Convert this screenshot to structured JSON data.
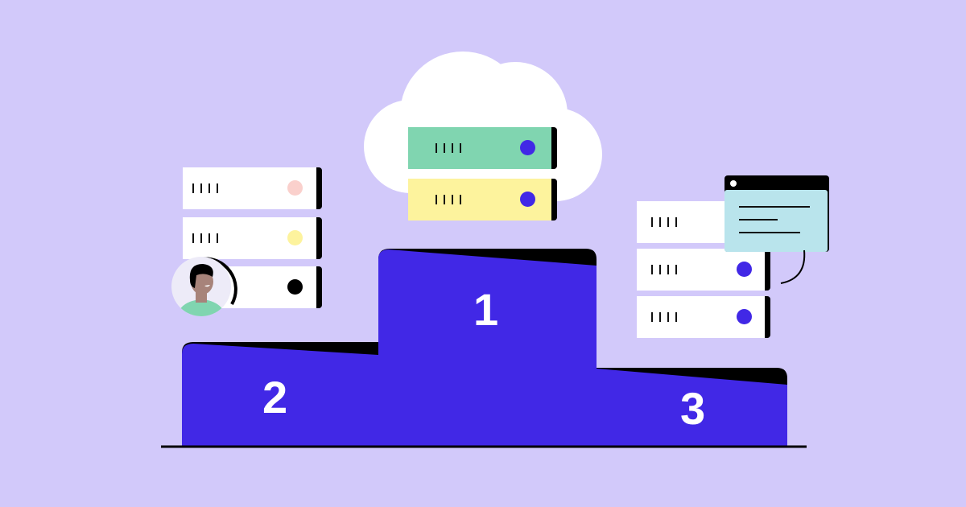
{
  "colors": {
    "background": "#D2C9FA",
    "podium": "#4128E6",
    "cloud": "#FFFFFF",
    "server_white": "#FFFFFF",
    "server_green": "#80D5B0",
    "server_yellow": "#FDF39D",
    "led_blue": "#4128E6",
    "led_pink": "#FAD0CC",
    "led_yellow": "#FDF39D",
    "led_black": "#000000",
    "dialog_body": "#B9E4EC",
    "avatar_bg": "#EDEBF8",
    "avatar_shirt": "#80D5B0",
    "avatar_skin": "#A7837A"
  },
  "podium": {
    "first_label": "1",
    "second_label": "2",
    "third_label": "3"
  },
  "cloud_servers": [
    {
      "color": "green",
      "led": "blue"
    },
    {
      "color": "yellow",
      "led": "blue"
    }
  ],
  "left_servers": [
    {
      "led": "pink"
    },
    {
      "led": "yellow"
    },
    {
      "led": "black"
    }
  ],
  "right_servers": [
    {
      "led": "none"
    },
    {
      "led": "blue"
    },
    {
      "led": "blue"
    }
  ],
  "icons": {
    "avatar": "person-avatar",
    "dialog": "chat-window-icon",
    "cloud": "cloud-icon"
  }
}
